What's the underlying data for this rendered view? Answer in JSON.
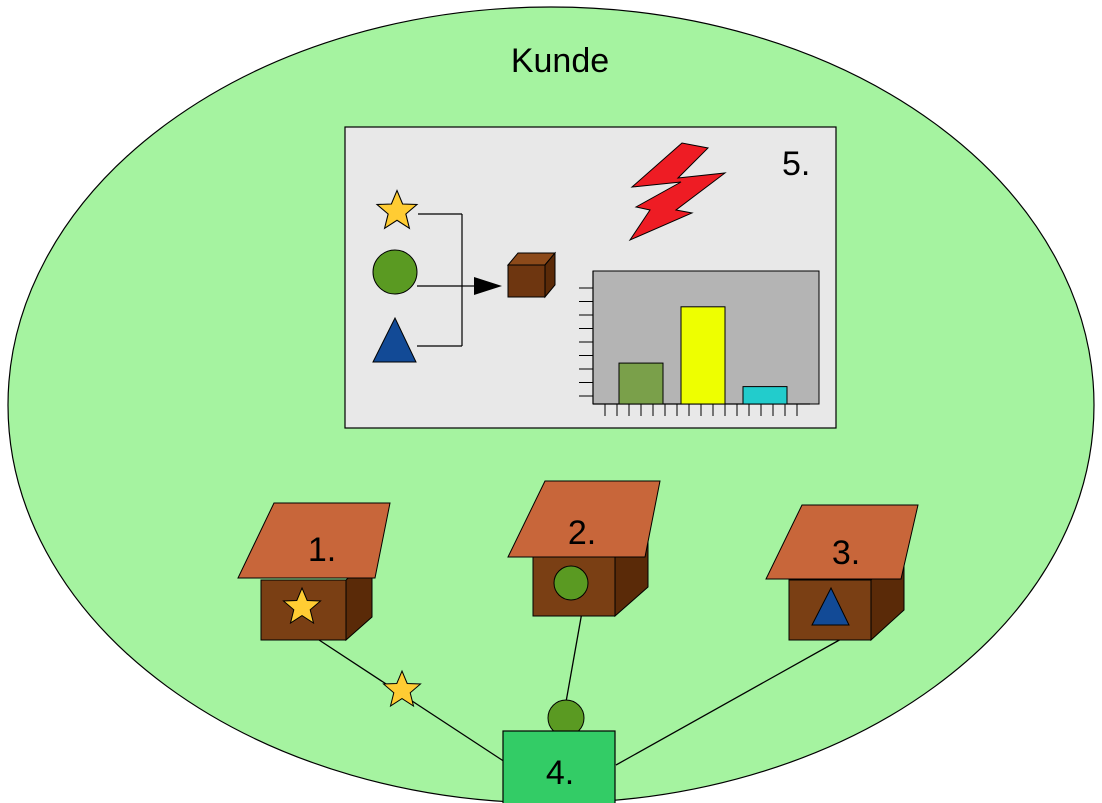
{
  "diagram": {
    "title": "Kunde",
    "panel_label": "5.",
    "nodes": [
      {
        "id": "1",
        "label": "1.",
        "symbol": "star"
      },
      {
        "id": "2",
        "label": "2.",
        "symbol": "circle"
      },
      {
        "id": "3",
        "label": "3.",
        "symbol": "triangle"
      },
      {
        "id": "4",
        "label": "4.",
        "symbol": "box"
      }
    ],
    "edges": [
      {
        "from": "1",
        "to": "4",
        "carries": "star"
      },
      {
        "from": "2",
        "to": "4",
        "carries": "circle"
      },
      {
        "from": "3",
        "to": "4",
        "carries": "none"
      }
    ]
  },
  "chart_data": {
    "type": "bar",
    "values": [
      40,
      95,
      17
    ],
    "colors": [
      "#7aa04a",
      "#eeff00",
      "#22cccc"
    ],
    "ylim": [
      0,
      130
    ]
  },
  "colors": {
    "ellipse": "#a5f3a0",
    "panel": "#e8e8e8",
    "chart_bg": "#b4b4b4",
    "roof": "#c8663a",
    "box_front": "#7a3f14",
    "node4": "#33cc66",
    "star": "#ffcc33",
    "circle": "#5a9a22",
    "triangle": "#124a96",
    "lightning": "#ee1c24"
  }
}
